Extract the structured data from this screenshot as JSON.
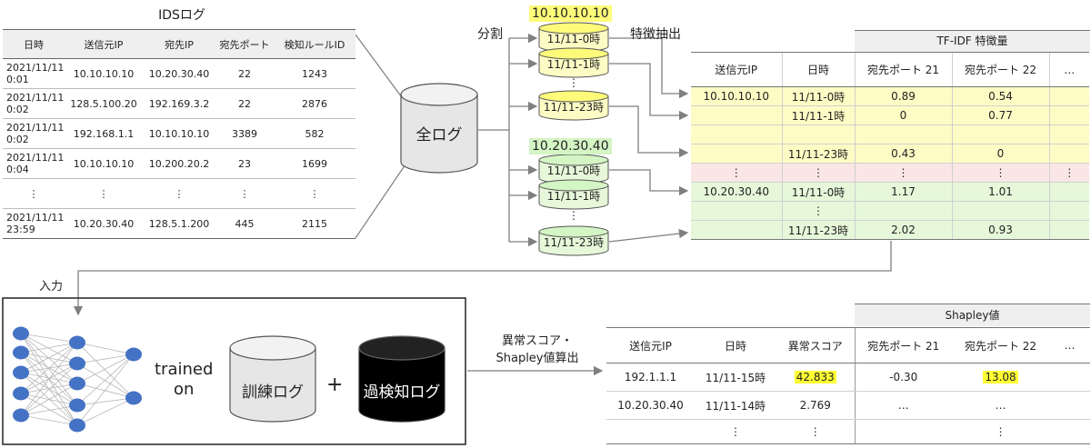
{
  "ids_log": {
    "title": "IDSログ",
    "headers": [
      "日時",
      "送信元IP",
      "宛先IP",
      "宛先ポート",
      "検知ルールID"
    ],
    "rows": [
      [
        "2021/11/11\n0:01",
        "10.10.10.10",
        "10.20.30.40",
        "22",
        "1243"
      ],
      [
        "2021/11/11\n0:02",
        "128.5.100.20",
        "192.169.3.2",
        "22",
        "2876"
      ],
      [
        "2021/11/11\n0:02",
        "192.168.1.1",
        "10.10.10.10",
        "3389",
        "582"
      ],
      [
        "2021/11/11\n0:04",
        "10.10.10.10",
        "10.200.20.2",
        "23",
        "1699"
      ],
      [
        "⋮",
        "⋮",
        "⋮",
        "⋮",
        "⋮"
      ],
      [
        "2021/11/11\n23:59",
        "10.20.30.40",
        "128.5.1.200",
        "445",
        "2115"
      ]
    ]
  },
  "all_logs_label": "全ログ",
  "split_label": "分割",
  "extract_label": "特徴抽出",
  "groups": [
    {
      "ip": "10.10.10.10",
      "color": "#fefb7a",
      "cyl_color": "#fefcc5",
      "slices": [
        "11/11-0時",
        "11/11-1時",
        "11/11-23時"
      ],
      "dots": "⋮"
    },
    {
      "ip": "10.20.30.40",
      "color": "#d4f5c4",
      "cyl_color": "#e6f8d9",
      "slices": [
        "11/11-0時",
        "11/11-1時",
        "11/11-23時"
      ],
      "dots": "⋮"
    }
  ],
  "tfidf": {
    "group_header": "TF-IDF 特徴量",
    "headers": [
      "送信元IP",
      "日時",
      "宛先ポート 21",
      "宛先ポート 22",
      "…"
    ],
    "rows": [
      {
        "cls": "y",
        "cells": [
          "10.10.10.10",
          "11/11-0時",
          "0.89",
          "0.54",
          ""
        ]
      },
      {
        "cls": "y",
        "cells": [
          "",
          "11/11-1時",
          "0",
          "0.77",
          ""
        ]
      },
      {
        "cls": "y",
        "cells": [
          "",
          "",
          "",
          "",
          ""
        ]
      },
      {
        "cls": "y",
        "cells": [
          "",
          "11/11-23時",
          "0.43",
          "0",
          ""
        ]
      },
      {
        "cls": "p",
        "cells": [
          "⋮",
          "⋮",
          "⋮",
          "⋮",
          "⋮"
        ]
      },
      {
        "cls": "g",
        "cells": [
          "10.20.30.40",
          "11/11-0時",
          "1.17",
          "1.01",
          ""
        ]
      },
      {
        "cls": "g",
        "cells": [
          "",
          "⋮",
          "",
          "",
          ""
        ]
      },
      {
        "cls": "g",
        "cells": [
          "",
          "11/11-23時",
          "2.02",
          "0.93",
          ""
        ]
      }
    ]
  },
  "input_label": "入力",
  "model": {
    "trained_on": "trained\non",
    "train_log": "訓練ログ",
    "plus": "+",
    "false_positive_log": "過検知ログ"
  },
  "anomaly_label": "異常スコア・\nShapley値算出",
  "shapley": {
    "group_header": "Shapley値",
    "headers": [
      "送信元IP",
      "日時",
      "異常スコア",
      "宛先ポート 21",
      "宛先ポート 22",
      "…"
    ],
    "rows": [
      [
        "192.1.1.1",
        "11/11-15時",
        "42.833",
        "-0.30",
        "13.08",
        ""
      ],
      [
        "10.20.30.40",
        "11/11-14時",
        "2.769",
        "…",
        "…",
        ""
      ],
      [
        "",
        "⋮",
        "⋮",
        "",
        "⋮",
        ""
      ]
    ],
    "highlight": [
      "0.2",
      "0.4"
    ]
  },
  "colors": {
    "node": "#4472c4",
    "highlight": "#ffff33",
    "line": "#7f7f7f"
  }
}
